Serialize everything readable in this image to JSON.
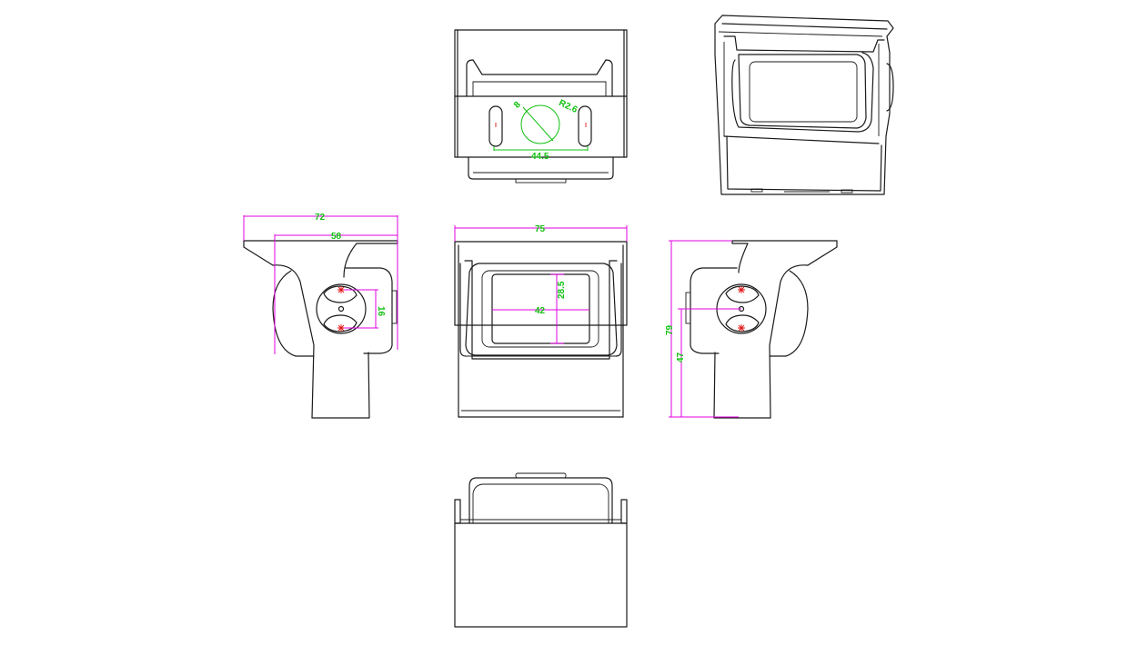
{
  "diagram": {
    "colors": {
      "outline": "#1a1a1a",
      "dimension_line": "#e000e0",
      "dimension_text": "#10c010",
      "mount_holes": "#e01010",
      "background": "#ffffff"
    },
    "views": [
      "top",
      "front",
      "left-side",
      "right-side",
      "bottom",
      "isometric"
    ],
    "dimensions": {
      "top_hole_diameter": "8",
      "top_radius": "R2.6",
      "top_slot_spacing": "44.5",
      "left_overall_width": "72",
      "left_bracket_width": "58",
      "left_hole_spacing": "16",
      "front_width": "75",
      "front_window_height": "28.5",
      "front_window_width": "42",
      "right_overall_height": "79",
      "right_pivot_height": "47"
    }
  }
}
